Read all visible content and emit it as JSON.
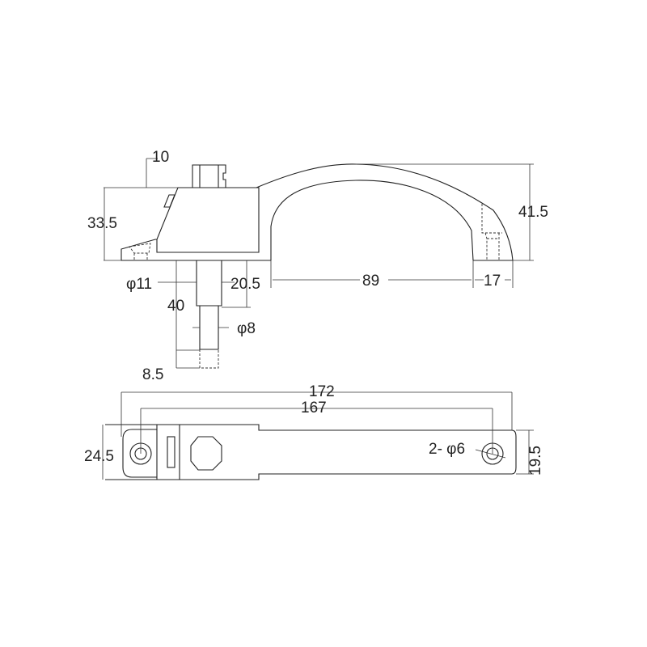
{
  "drawing": {
    "title": "Window handle technical drawing",
    "line_color": "#222222",
    "background": "#ffffff"
  },
  "side_view": {
    "dims": {
      "top_offset": "10",
      "body_height": "33.5",
      "spindle_dia": "φ11",
      "spindle_len_upper": "20.5",
      "spindle_total": "40",
      "pin_dia": "φ8",
      "pin_tip": "8.5",
      "handle_span": "89",
      "end_width": "17",
      "handle_height": "41.5"
    }
  },
  "top_view": {
    "dims": {
      "overall_length": "172",
      "hole_spacing": "167",
      "base_width": "24.5",
      "arm_width": "19.5",
      "holes": "2- φ6"
    }
  }
}
